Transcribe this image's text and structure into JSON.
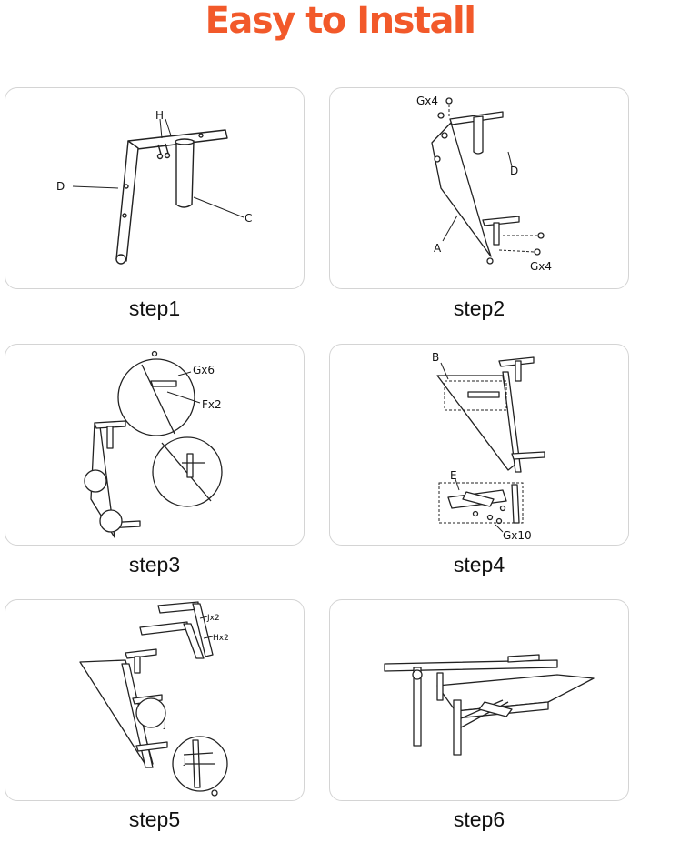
{
  "title": "Easy to Install",
  "steps": [
    {
      "label": "step1",
      "callouts": {
        "h": "H",
        "d": "D",
        "c": "C"
      }
    },
    {
      "label": "step2",
      "callouts": {
        "g1": "Gx4",
        "d": "D",
        "a": "A",
        "g2": "Gx4"
      }
    },
    {
      "label": "step3",
      "callouts": {
        "g": "Gx6",
        "f": "Fx2"
      }
    },
    {
      "label": "step4",
      "callouts": {
        "b": "B",
        "e": "E",
        "g": "Gx10"
      }
    },
    {
      "label": "step5",
      "callouts": {
        "jx2": "Jx2",
        "hx2": "Hx2",
        "j1": "J",
        "j2": "J"
      }
    },
    {
      "label": "step6",
      "callouts": {}
    }
  ],
  "colors": {
    "accent": "#f2592a",
    "card_border": "#d4d4d4",
    "line": "#222222"
  }
}
